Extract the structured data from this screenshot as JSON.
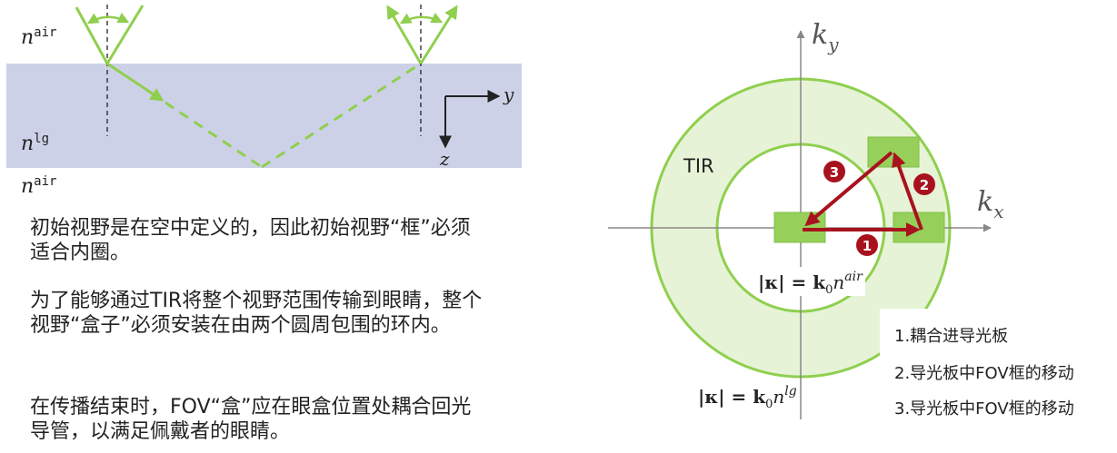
{
  "left_diagram": {
    "n_air_top": "n",
    "n_air_top_sup": "air",
    "n_lg": "n",
    "n_lg_sup": "lg",
    "n_air_bottom": "n",
    "n_air_bottom_sup": "air",
    "axis_y": "y",
    "axis_z": "z"
  },
  "right_diagram": {
    "ky_label": "k",
    "ky_sub": "y",
    "kx_label": "k",
    "kx_sub": "x",
    "tir_label": "TIR",
    "inner_formula_lhs": "|κ| = k",
    "inner_formula_sub": "0",
    "inner_formula_n": "n",
    "inner_formula_sup": "air",
    "outer_formula_lhs": "|κ| = k",
    "outer_formula_sub": "0",
    "outer_formula_n": "n",
    "outer_formula_sup": "lg",
    "badges": [
      "1",
      "2",
      "3"
    ]
  },
  "paragraphs": {
    "p1": "初始视野是在空中定义的，因此初始视野“框”必须适合内圈。",
    "p2": "为了能够通过TIR将整个视野范围传输到眼睛，整个视野“盒子”必须安装在由两个圆周包围的环内。",
    "p3": "在传播结束时，FOV“盒”应在眼盒位置处耦合回光导管，以满足佩戴者的眼睛。"
  },
  "legend": {
    "item1": "1.耦合进导光板",
    "item2": "2.导光板中FOV框的移动",
    "item3": "3.导光板中FOV框的移动"
  },
  "colors": {
    "waveguide": "#cdd1e8",
    "green": "#8fcf4e",
    "green_fill": "#e6f3d6",
    "box_fill": "#96d05a",
    "red": "#a8121e"
  }
}
